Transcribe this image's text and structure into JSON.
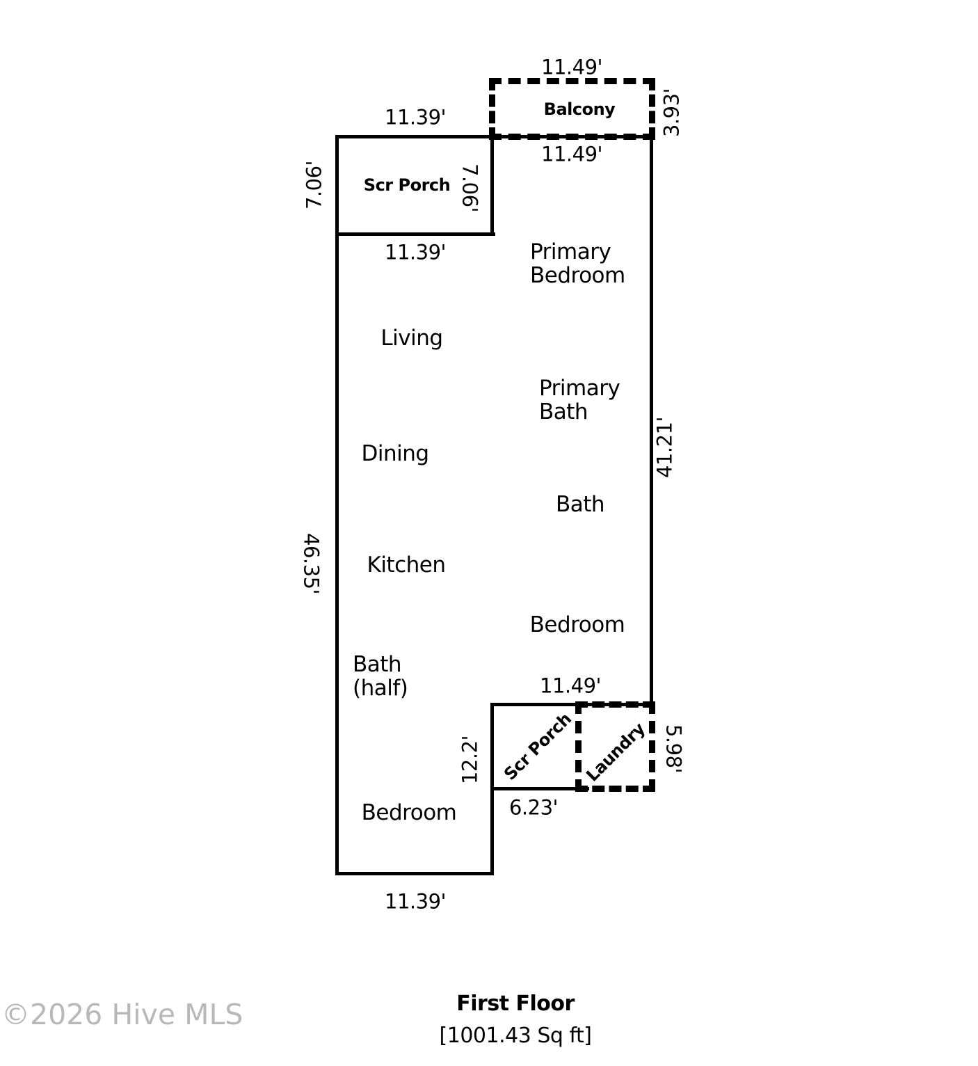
{
  "plan": {
    "areas": {
      "balcony": "Balcony",
      "scr_porch_top": "Scr Porch",
      "scr_porch_bottom": "Scr Porch",
      "laundry": "Laundry"
    },
    "rooms": {
      "primary_bedroom": "Primary\nBedroom",
      "living": "Living",
      "primary_bath": "Primary\nBath",
      "dining": "Dining",
      "bath": "Bath",
      "kitchen": "Kitchen",
      "bedroom_right": "Bedroom",
      "bath_half": "Bath\n(half)",
      "bedroom_bottom": "Bedroom"
    },
    "dims": {
      "balcony_top": "11.49'",
      "porch_top": "11.39'",
      "below_balcony": "11.49'",
      "below_porch": "11.39'",
      "porch_left": "7.06'",
      "porch_right_inner": "7.06'",
      "balcony_side": "3.93'",
      "right_side": "41.21'",
      "left_side": "46.35'",
      "above_bottom_porch": "11.49'",
      "bottom_porch_left": "12.2'",
      "laundry_side": "5.98'",
      "below_bottom_porch": "6.23'",
      "bottom": "11.39'"
    }
  },
  "footer": {
    "title": "First Floor",
    "area": "[1001.43 Sq ft]"
  },
  "watermark": "©2026 Hive MLS",
  "colors": {
    "line": "#000000",
    "watermark": "#b8b8b8"
  }
}
